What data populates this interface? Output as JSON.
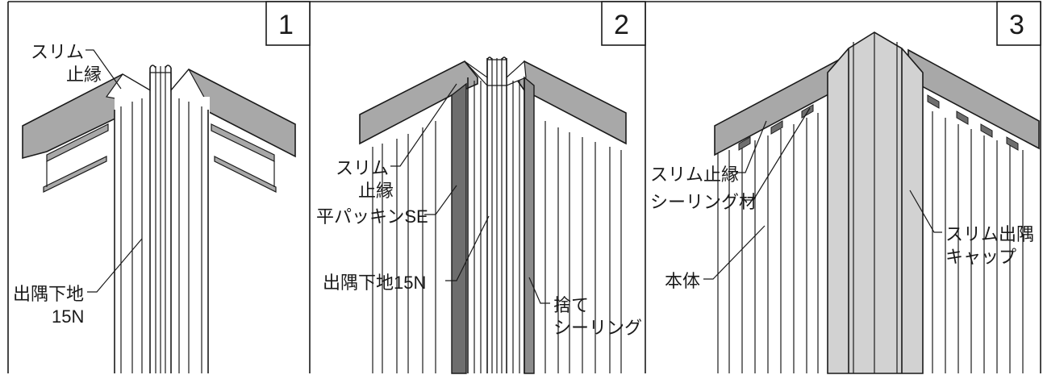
{
  "panels": [
    {
      "number": "1",
      "labels": {
        "trim_line1": "スリム",
        "trim_line2": "止縁",
        "base_line1": "出隅下地",
        "base_line2": "15N"
      }
    },
    {
      "number": "2",
      "labels": {
        "trim_line1": "スリム",
        "trim_line2": "止縁",
        "packing": "平パッキンSE",
        "base": "出隅下地15N",
        "seal_line1": "捨て",
        "seal_line2": "シーリング"
      }
    },
    {
      "number": "3",
      "labels": {
        "trim": "スリム止縁",
        "sealant": "シーリング材",
        "body": "本体",
        "cap_line1": "スリム出隅",
        "cap_line2": "キャップ"
      }
    }
  ],
  "colors": {
    "trim_fill": "#a8a8a8",
    "packing_fill": "#6e6e6e",
    "cap_fill": "#d2d2d2",
    "line": "#1a1a1a"
  }
}
